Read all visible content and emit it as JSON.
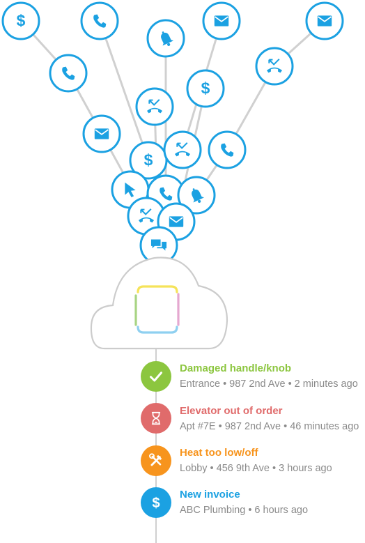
{
  "colors": {
    "node_blue": "#1ba1e2",
    "stem_gray": "#d0d0d0",
    "cloud_stroke": "#cccccc",
    "logo_yellow": "#f5e35a",
    "logo_pink": "#e5a8d0",
    "logo_blue": "#8fd0f0",
    "logo_green": "#a8d483",
    "meta_gray": "#8a8a8a"
  },
  "inputs": [
    {
      "icon": "dollar-icon"
    },
    {
      "icon": "phone-icon"
    },
    {
      "icon": "bell-icon"
    },
    {
      "icon": "mail-icon"
    },
    {
      "icon": "mail-icon"
    },
    {
      "icon": "phone-icon"
    },
    {
      "icon": "missed-call-icon"
    },
    {
      "icon": "dollar-icon"
    },
    {
      "icon": "mail-icon"
    },
    {
      "icon": "missed-call-icon"
    },
    {
      "icon": "dollar-icon"
    },
    {
      "icon": "missed-call-icon"
    },
    {
      "icon": "phone-icon"
    },
    {
      "icon": "cursor-icon"
    },
    {
      "icon": "phone-icon"
    },
    {
      "icon": "bell-icon"
    },
    {
      "icon": "missed-call-icon"
    },
    {
      "icon": "mail-icon"
    },
    {
      "icon": "chat-icon"
    }
  ],
  "feed": [
    {
      "title": "Damaged handle/knob",
      "meta": "Entrance • 987 2nd Ave • 2 minutes ago",
      "color": "#8cc63f",
      "icon": "checkmark-icon"
    },
    {
      "title": "Elevator out of order",
      "meta": "Apt #7E • 987 2nd Ave • 46 minutes ago",
      "color": "#e06b6b",
      "icon": "hourglass-icon"
    },
    {
      "title": "Heat too low/off",
      "meta": "Lobby • 456 9th Ave • 3 hours ago",
      "color": "#f7941d",
      "icon": "tools-icon"
    },
    {
      "title": "New invoice",
      "meta": "ABC Plumbing • 6 hours ago",
      "color": "#1ba1e2",
      "icon": "dollar-icon"
    }
  ]
}
